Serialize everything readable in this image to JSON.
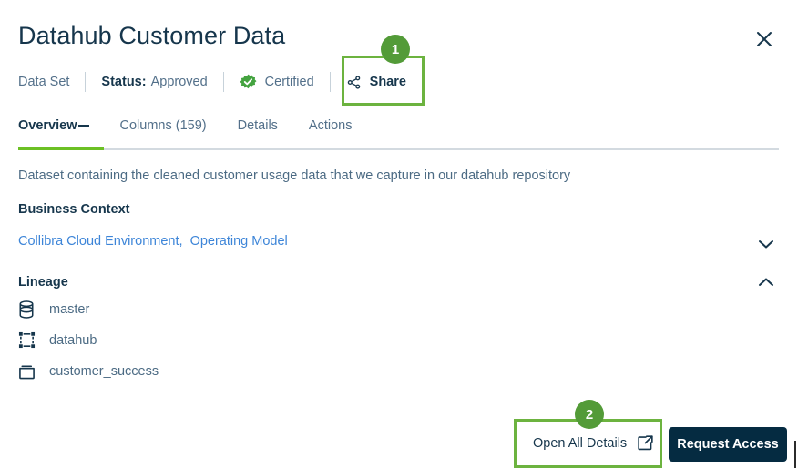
{
  "header": {
    "title": "Datahub Customer Data",
    "close_icon": "close-icon"
  },
  "meta": {
    "type_label": "Data Set",
    "status_label": "Status:",
    "status_value": "Approved",
    "certified_label": "Certified",
    "certified_icon": "certified-check-icon",
    "share_label": "Share",
    "share_icon": "share-nodes-icon"
  },
  "highlights": [
    {
      "badge": "1",
      "target": "Share"
    },
    {
      "badge": "2",
      "target": "Open All Details"
    }
  ],
  "tabs": [
    {
      "label": "Overview",
      "active": true
    },
    {
      "label": "Columns (159)",
      "active": false
    },
    {
      "label": "Details",
      "active": false
    },
    {
      "label": "Actions",
      "active": false
    }
  ],
  "main": {
    "description": "Dataset containing the cleaned customer usage data that we capture in our datahub repository",
    "business_context": {
      "title": "Business Context",
      "links": [
        "Collibra Cloud Environment,",
        "Operating Model"
      ],
      "chevron": "chevron-down-icon",
      "expanded": false
    },
    "lineage": {
      "title": "Lineage",
      "chevron": "chevron-up-icon",
      "expanded": true,
      "items": [
        {
          "label": "master",
          "icon": "database-icon"
        },
        {
          "label": "datahub",
          "icon": "schema-nodes-icon"
        },
        {
          "label": "customer_success",
          "icon": "folder-icon"
        }
      ]
    }
  },
  "footer": {
    "open_all_details_label": "Open All Details",
    "open_all_details_icon": "external-link-icon",
    "request_access_label": "Request Access"
  },
  "colors": {
    "accent_green": "#6cb33f",
    "badge_green": "#539b38",
    "tab_active_green": "#6cc024",
    "link_blue": "#3d85d8",
    "navy": "#052b41",
    "text_dark": "#16364c",
    "text_muted": "#53708a"
  }
}
